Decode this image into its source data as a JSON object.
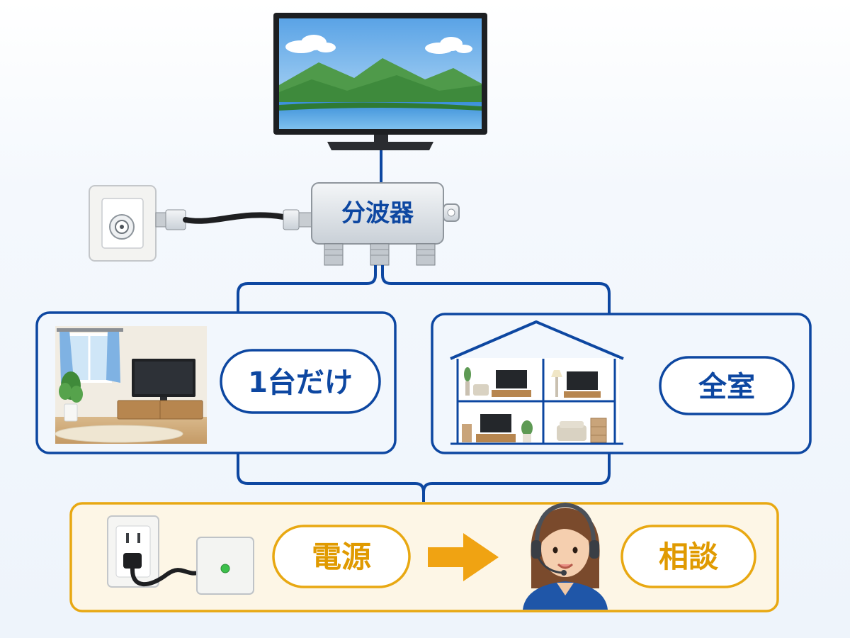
{
  "splitter": {
    "label": "分波器"
  },
  "branches": {
    "single_room": {
      "label": "1台だけ"
    },
    "all_rooms": {
      "label": "全室"
    }
  },
  "result": {
    "power": {
      "label": "電源"
    },
    "consult": {
      "label": "相談"
    }
  },
  "colors": {
    "blue": "#0d47a1",
    "orange": "#e8a812",
    "orange_text": "#e09a00",
    "panel_blue_bg": "#f2f7fd",
    "panel_orange_bg": "#fdf6e6"
  }
}
